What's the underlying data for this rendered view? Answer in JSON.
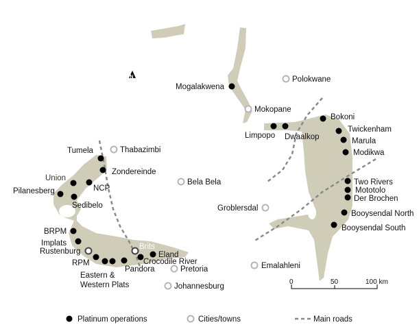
{
  "title": "Bushveld Complex platinum operations map",
  "mines": [
    "Mogalakwena",
    "Limpopo",
    "Dwaalkop",
    "Bokoni",
    "Twickenham",
    "Marula",
    "Modikwa",
    "Two Rivers",
    "Mototolo",
    "Der Brochen",
    "Booysendal North",
    "Booysendal South",
    "Tumela",
    "Zondereinde",
    "Union",
    "NCP",
    "Pilanesberg",
    "Sedibelo",
    "BRPM",
    "Implats",
    "RPM",
    "Eastern &",
    "Western Plats",
    "Pandora",
    "Crocodile River",
    "Eland"
  ],
  "cities": [
    "Polokwane",
    "Mokopane",
    "Thabazimbi",
    "Bela Bela",
    "Groblersdal",
    "Brits",
    "Rustenburg",
    "Pretoria",
    "Johannesburg",
    "Emalahleni"
  ],
  "scale": {
    "labels": [
      "0",
      "50",
      "100 km"
    ]
  },
  "legend": {
    "mines": "Platinum operations",
    "cities": "Cities/towns",
    "roads": "Main roads"
  },
  "colors": {
    "land": "#cfcdb7",
    "road": "#8a8a8a",
    "mine": "#000000",
    "city": "#b5b5b5"
  }
}
